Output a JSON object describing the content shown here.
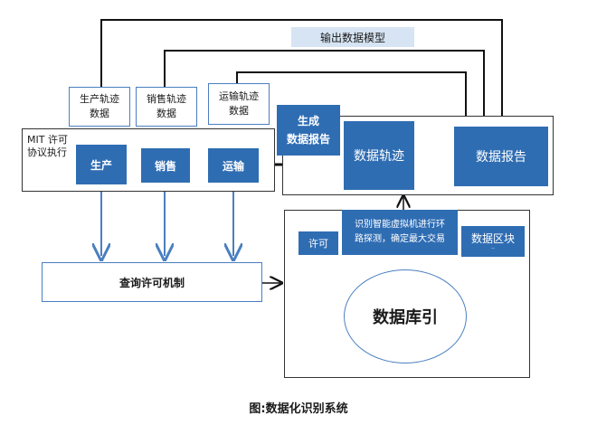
{
  "output_model": "输出数据模型",
  "tracks": {
    "production": {
      "line1": "生产轨迹",
      "line2": "数据"
    },
    "sales": {
      "line1": "销售轨迹",
      "line2": "数据"
    },
    "transport": {
      "line1": "运输轨迹",
      "line2": "数据"
    }
  },
  "mit_box": {
    "line1": "MIT 许可",
    "line2": "协议执行"
  },
  "stages": {
    "production": "生产",
    "sales": "销售",
    "transport": "运输"
  },
  "gen_report": {
    "line1": "生成",
    "line2": "数据报告"
  },
  "data_track": "数据轨迹",
  "data_report": "数据报告",
  "query": "查询许可机制",
  "permit": "许可",
  "vm": {
    "line1": "识别智能虚拟机进行环",
    "line2": "路探测，确定最大交易"
  },
  "block": "数据区块",
  "block_sub": "..",
  "index": "数据库引",
  "caption": "图:数据化识别系统",
  "colors": {
    "accent": "#2f6db3",
    "light": "#d6e4f3",
    "arrow": "#4a7fc0"
  }
}
